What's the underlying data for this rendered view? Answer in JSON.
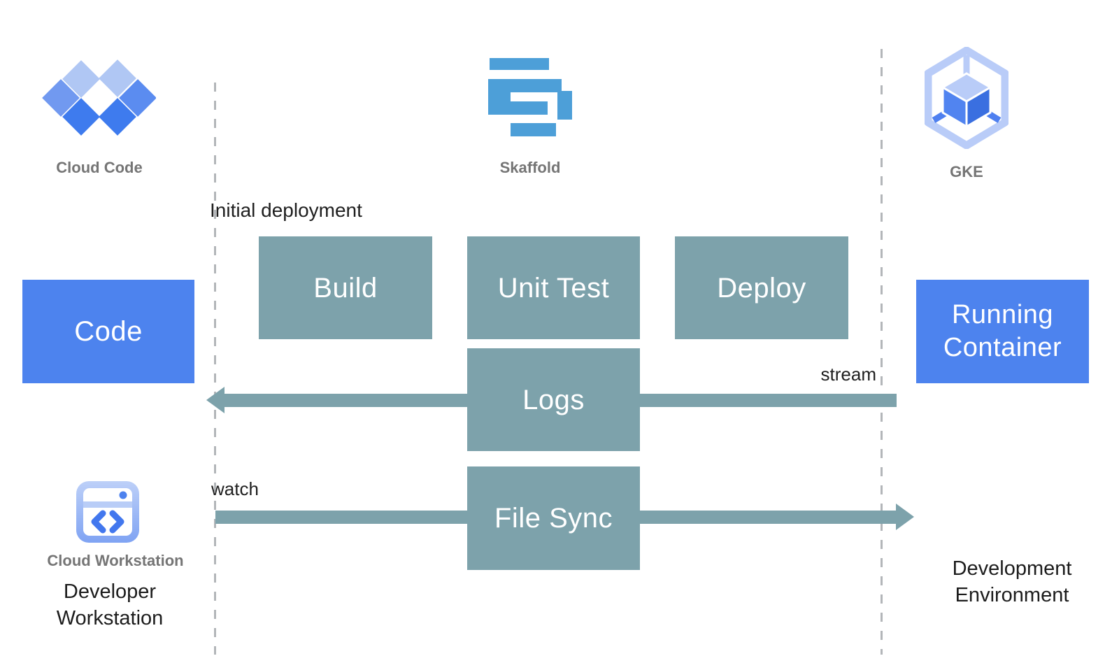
{
  "header": {
    "cloud_code_label": "Cloud Code",
    "skaffold_label": "Skaffold",
    "gke_label": "GKE"
  },
  "annotations": {
    "initial_deployment": "Initial deployment",
    "watch": "watch",
    "stream": "stream"
  },
  "nodes": {
    "code": "Code",
    "build": "Build",
    "unit_test": "Unit Test",
    "deploy": "Deploy",
    "logs": "Logs",
    "file_sync": "File Sync",
    "running_container": "Running Container"
  },
  "footer": {
    "cloud_workstation_label": "Cloud Workstation",
    "developer_workstation": "Developer Workstation",
    "development_environment": "Development Environment"
  },
  "colors": {
    "process_box_teal": "#7da2ab",
    "artifact_box_blue": "#4d83ee",
    "arrow_teal": "#7da2ab",
    "skaffold_blue": "#4d9fd8",
    "gke_light_blue": "#b9ccf8",
    "google_blue": "#4d82ee",
    "label_gray": "#757575",
    "annotation_black": "#1f1f1f",
    "dashed_line_gray": "#b3b6b9"
  },
  "icons": {
    "cloud_code": "cloud-code-icon",
    "skaffold": "skaffold-icon",
    "gke": "gke-icon",
    "cloud_workstation": "cloud-workstation-icon"
  }
}
